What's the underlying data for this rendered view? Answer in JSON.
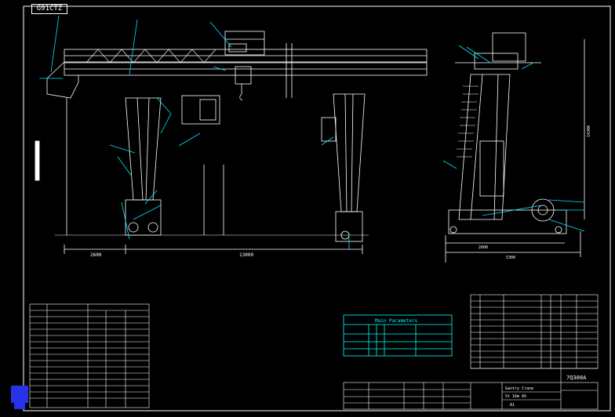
{
  "window": {
    "tag_label": "G91CTZ"
  },
  "dimensions": {
    "left_span": "2600",
    "main_span": "13000",
    "side_bottom_1": "2600",
    "side_bottom_2": "5300",
    "side_height": "14300"
  },
  "drawing_no": "7Q300A",
  "title_block": {
    "name": "Gantry Crane",
    "spec": "5t  16m  A5",
    "sheet": "A1"
  },
  "table_center_title": "Main Parameters",
  "colors": {
    "frame": "#ffffff",
    "structure": "#ffffff",
    "leader": "#00e5ff",
    "accent": "#00ffff",
    "ucs": "#2833e8"
  }
}
